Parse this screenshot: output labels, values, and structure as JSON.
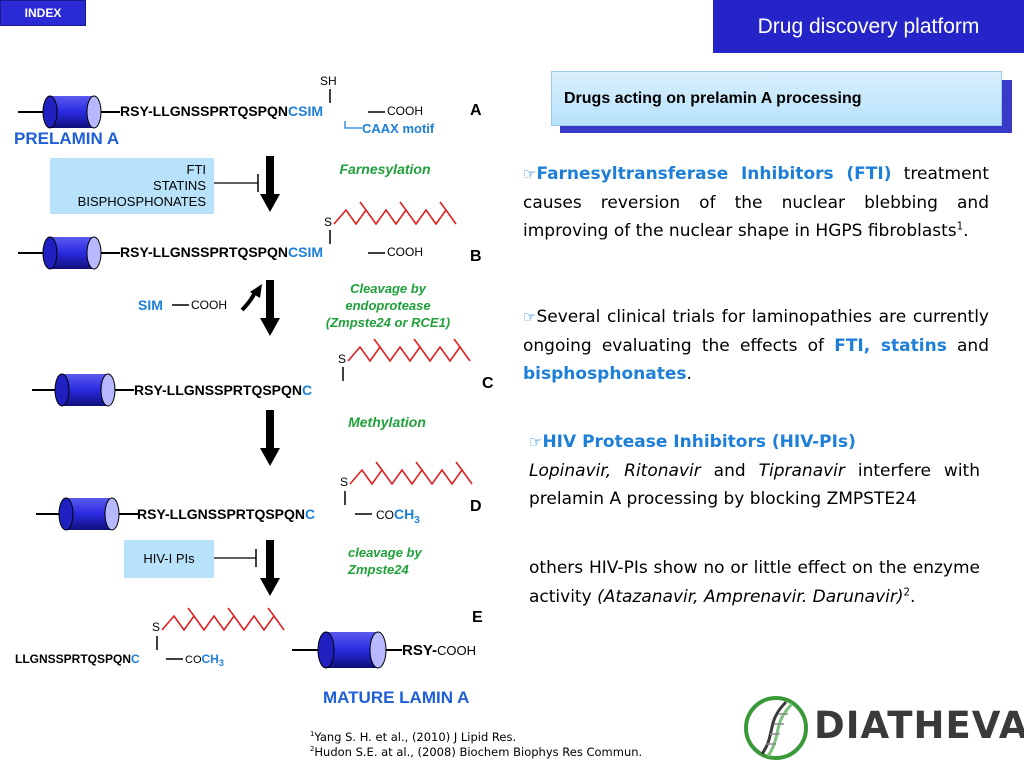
{
  "nav": {
    "index_label": "INDEX"
  },
  "header": {
    "title": "Drug discovery platform"
  },
  "sidebox": {
    "title": "Drugs acting on prelamin A processing"
  },
  "diagram": {
    "sh": "SH",
    "row_a_seq": "RSY-LLGNSSPRTQSPQN",
    "csim": "CSIM",
    "cooh": "COOH",
    "caax": "CAAX motif",
    "prelamin": "PRELAMIN A",
    "label_a": "A",
    "fti_box": [
      "FTI",
      "STATINS",
      "BISPHOSPHONATES"
    ],
    "farnesylation": "Farnesylation",
    "s": "S",
    "label_b": "B",
    "sim": "SIM",
    "cleavage1": [
      "Cleavage by",
      "endoprotease",
      "(Zmpste24 or RCE1)"
    ],
    "row_c_seq": "RSY-LLGNSSPRTQSPQN",
    "c": "C",
    "label_c": "C",
    "methylation": "Methylation",
    "label_d": "D",
    "co": "CO",
    "ch3": "CH",
    "sub3": "3",
    "hiv_box": "HIV-I PIs",
    "cleavage2": [
      "cleavage by",
      "Zmpste24"
    ],
    "label_e": "E",
    "row_e_seq": "LLGNSSPRTQSPQN",
    "rsy": "RSY-",
    "mature": "MATURE LAMIN A"
  },
  "text": {
    "hand": "☞",
    "p1_bold": "Farnesyltransferase Inhibitors (FTI)",
    "p1_rest": " treatment causes reversion of the nuclear blebbing and improving of the nuclear shape in HGPS fibroblasts",
    "p1_sup": "1",
    "p1_end": ".",
    "p2_a": "Several clinical trials for laminopathies are currently ongoing evaluating the effects of ",
    "p2_fti": "FTI, statins",
    "p2_and": " and ",
    "p2_bis": "bisphosphonates",
    "p2_end": ".",
    "p3_bold": "HIV Protease Inhibitors (HIV-PIs)",
    "p3_d1": "Lopinavir, Ritonavir",
    "p3_and": " and ",
    "p3_d2": "Tipranavir",
    "p3_rest": " interfere with prelamin A processing by blocking ZMPSTE24",
    "p4_a": "others HIV-PIs show no or little effect on the enzyme activity ",
    "p4_drugs": "(Atazanavir, Amprenavir. Darunavir)",
    "p4_sup": "2",
    "p4_end": "."
  },
  "refs": [
    {
      "sup": "1",
      "text": "Yang S. H. et al., (2010) J Lipid Res."
    },
    {
      "sup": "2",
      "text": "Hudon S.E. at al., (2008) Biochem Biophys Res Commun."
    }
  ],
  "logo": {
    "text": "DIATHEVA"
  },
  "colors": {
    "accent_blue": "#2424c8",
    "text_blue": "#1e7fd8",
    "green": "#1fa03a",
    "isoprenoid_red": "#e02020",
    "box_blue": "#b7e2fa"
  }
}
